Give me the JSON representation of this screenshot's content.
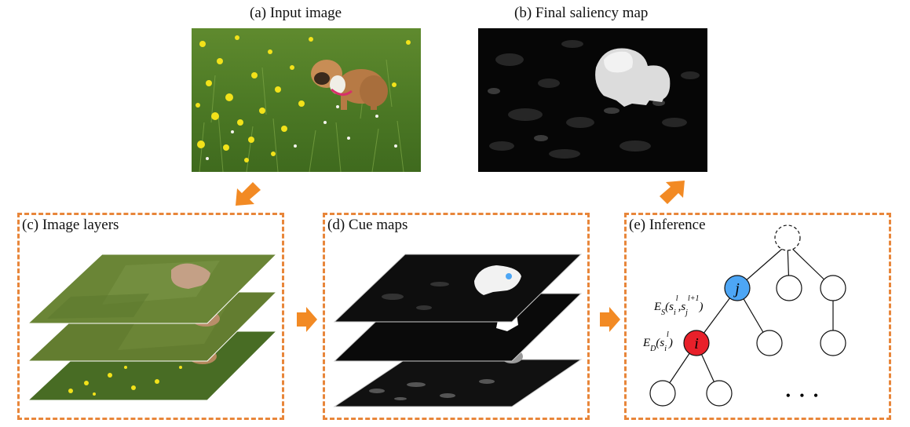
{
  "captions": {
    "input": "(a) Input image",
    "saliency": "(b) Final saliency map"
  },
  "panels": {
    "layers": "(c) Image layers",
    "cues": "(d) Cue maps",
    "inference": "(e) Inference"
  },
  "tree": {
    "node_j": "j",
    "node_i": "i",
    "ellipsis": "• • •"
  },
  "colors": {
    "accent": "#e8863a",
    "node_j": "#4da6f5",
    "node_i": "#e8202a"
  }
}
